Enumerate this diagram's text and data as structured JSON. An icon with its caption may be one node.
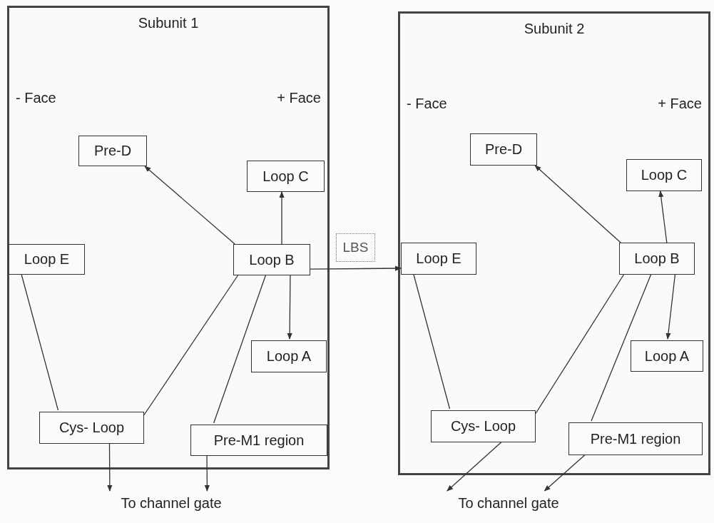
{
  "diagram": {
    "nodes": [
      {
        "text": [
          "Subunit 1",
          "- Face",
          "+ Face"
        ]
      },
      {
        "text": [
          "Pre-D"
        ],
        "in": 0
      },
      {
        "text": [
          "Loop C"
        ],
        "in": 0
      },
      {
        "text": [
          "Loop E"
        ],
        "in": 0
      },
      {
        "text": [
          "Loop B"
        ],
        "in": 0
      },
      {
        "text": [
          "Loop A"
        ],
        "in": 0
      },
      {
        "text": [
          "Cys- Loop"
        ],
        "in": 0
      },
      {
        "text": [
          "Pre-M1 region"
        ],
        "in": 0
      },
      {
        "text": [
          "Subunit 2",
          "- Face",
          "+ Face"
        ]
      },
      {
        "text": [
          "Pre-D"
        ],
        "in": 8
      },
      {
        "text": [
          "Loop C"
        ],
        "in": 8
      },
      {
        "text": [
          "Loop E"
        ],
        "in": 8
      },
      {
        "text": [
          "Loop B"
        ],
        "in": 8
      },
      {
        "text": [
          "Loop A"
        ],
        "in": 8
      },
      {
        "text": [
          "Cys- Loop"
        ],
        "in": 8
      },
      {
        "text": [
          "Pre-M1 region"
        ],
        "in": 8
      },
      {
        "text": [
          "To channel gate"
        ]
      },
      {
        "text": [
          "To channel gate"
        ]
      }
    ],
    "edges": [
      {
        "from": 4,
        "to": 1,
        "arrow": "to"
      },
      {
        "from": 4,
        "to": 2,
        "arrow": "to"
      },
      {
        "from": 4,
        "to": 5,
        "arrow": "to"
      },
      {
        "from": 3,
        "to": 6,
        "arrow": "none"
      },
      {
        "from": 4,
        "to": 6,
        "arrow": "none"
      },
      {
        "from": 4,
        "to": 7,
        "arrow": "none"
      },
      {
        "from": 6,
        "to": 16,
        "arrow": "to"
      },
      {
        "from": 7,
        "to": 16,
        "arrow": "to"
      },
      {
        "from": 4,
        "to": 11,
        "arrow": "to",
        "label": "LBS"
      },
      {
        "from": 12,
        "to": 9,
        "arrow": "to"
      },
      {
        "from": 12,
        "to": 10,
        "arrow": "to"
      },
      {
        "from": 12,
        "to": 13,
        "arrow": "to"
      },
      {
        "from": 11,
        "to": 14,
        "arrow": "none"
      },
      {
        "from": 12,
        "to": 14,
        "arrow": "none"
      },
      {
        "from": 12,
        "to": 15,
        "arrow": "none"
      },
      {
        "from": 14,
        "to": 17,
        "arrow": "to"
      },
      {
        "from": 15,
        "to": 17,
        "arrow": "to"
      }
    ]
  }
}
